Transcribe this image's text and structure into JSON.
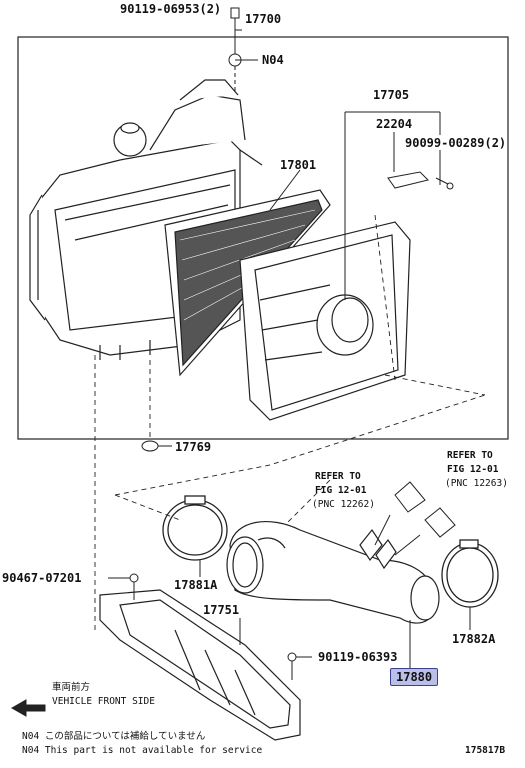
{
  "parts": {
    "p_90119_06953": "90119-06953(2)",
    "p_17700": "17700",
    "p_n04": "N04",
    "p_17705": "17705",
    "p_22204": "22204",
    "p_90099_00289": "90099-00289(2)",
    "p_17801": "17801",
    "p_17769": "17769",
    "p_90467_07201": "90467-07201",
    "p_17881a": "17881A",
    "p_17751": "17751",
    "p_90119_06393": "90119-06393",
    "p_17880": "17880",
    "p_17882a": "17882A"
  },
  "refs": {
    "ref1_line1": "REFER TO",
    "ref1_line2": "FIG 12-01",
    "ref1_pnc": "(PNC 12262)",
    "ref2_line1": "REFER TO",
    "ref2_line2": "FIG 12-01",
    "ref2_pnc": "(PNC 12263)"
  },
  "direction": {
    "jp": "車両前方",
    "en": "VEHICLE FRONT SIDE"
  },
  "notes": {
    "n1": "N04  この部品については補給していません",
    "n2": "N04  This part is not available for service"
  },
  "figure_id": "175817B",
  "highlight_color": "#b9bfe8"
}
